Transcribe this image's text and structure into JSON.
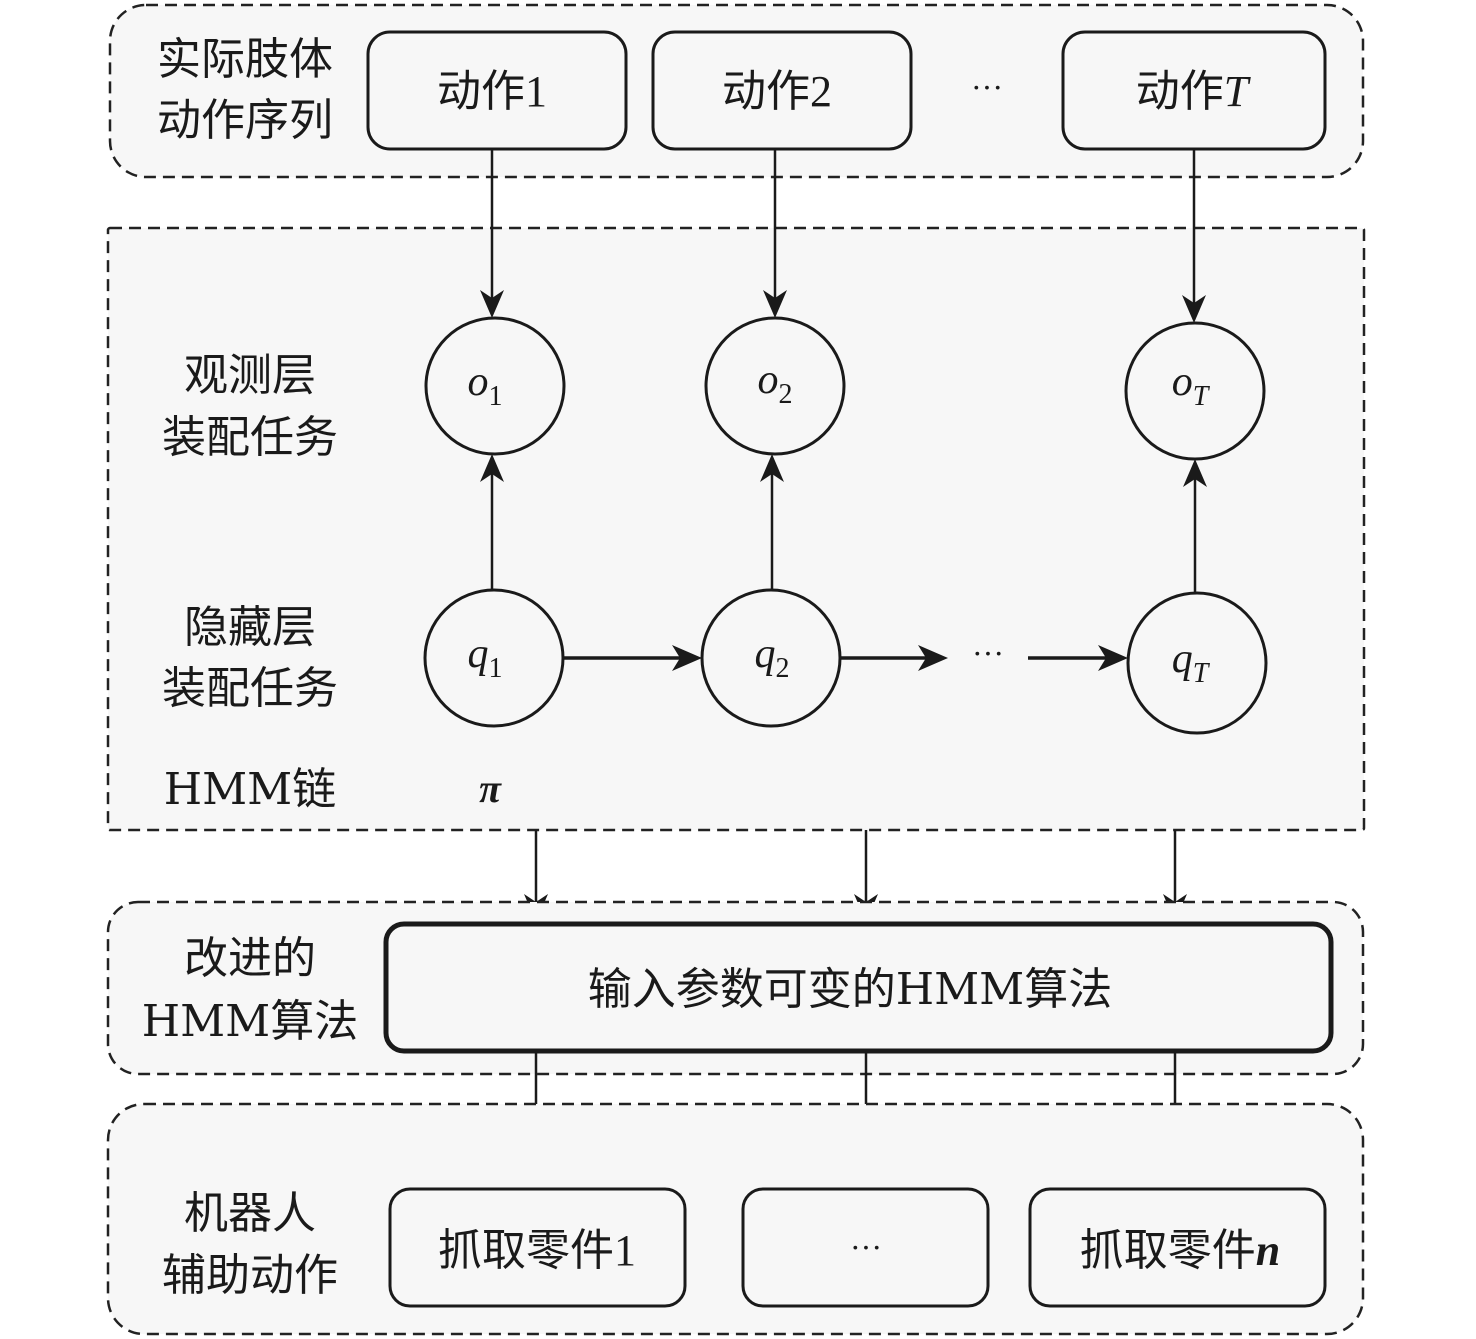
{
  "diagram": {
    "groups": {
      "action_sequence": {
        "label_line1": "实际肢体",
        "label_line2": "动作序列"
      },
      "hmm_chain": {
        "observed_label_line1": "观测层",
        "observed_label_line2": "装配任务",
        "hidden_label_line1": "隐藏层",
        "hidden_label_line2": "装配任务",
        "chain_label": "HMM链",
        "initial_symbol": "π"
      },
      "improved_algorithm": {
        "label_line1": "改进的",
        "label_line2": "HMM算法"
      },
      "robot_actions": {
        "label_line1": "机器人",
        "label_line2": "辅助动作"
      }
    },
    "actions": [
      {
        "prefix": "动作",
        "suffix": "1",
        "suffix_italic": false
      },
      {
        "prefix": "动作",
        "suffix": "2",
        "suffix_italic": false
      },
      {
        "prefix": "动作",
        "suffix": "T",
        "suffix_italic": true
      }
    ],
    "actions_ellipsis": "···",
    "observed_nodes": [
      {
        "symbol": "o",
        "sub": "1",
        "sub_italic": false
      },
      {
        "symbol": "o",
        "sub": "2",
        "sub_italic": false
      },
      {
        "symbol": "o",
        "sub": "T",
        "sub_italic": true
      }
    ],
    "hidden_nodes": [
      {
        "symbol": "q",
        "sub": "1",
        "sub_italic": false
      },
      {
        "symbol": "q",
        "sub": "2",
        "sub_italic": false
      },
      {
        "symbol": "q",
        "sub": "T",
        "sub_italic": true
      }
    ],
    "hidden_ellipsis": "···",
    "algorithm_box": {
      "label": "输入参数可变的HMM算法"
    },
    "robot_outputs": [
      {
        "prefix": "抓取零件",
        "suffix": "1",
        "suffix_italic": false
      },
      {
        "prefix": "",
        "suffix": "···",
        "suffix_italic": false
      },
      {
        "prefix": "抓取零件",
        "suffix": "n",
        "suffix_italic": true
      }
    ]
  }
}
